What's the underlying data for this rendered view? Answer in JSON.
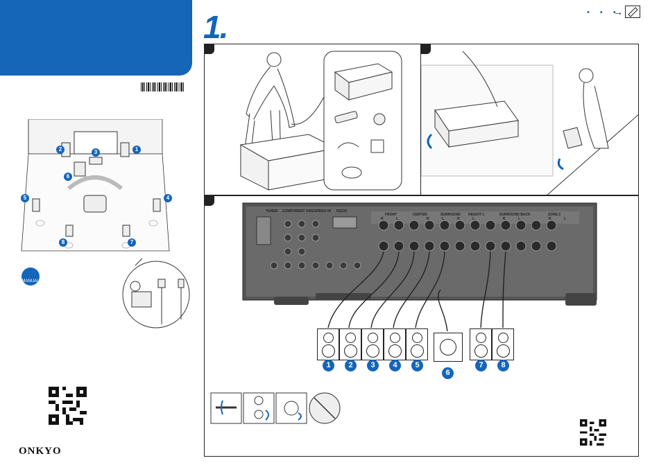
{
  "header": {
    "step_number": "1.",
    "nav_dots": "• • •",
    "nav_arrow": "→"
  },
  "manual_icon_label": "MANUAL",
  "brand": {
    "logo": "ONKYO"
  },
  "rear_panel": {
    "section_labels": [
      "TUNER",
      "COMPONENT VIDEO",
      "VIDEO IN",
      "RS232",
      "FRONT",
      "CENTER",
      "SURROUND",
      "HEIGHT 1",
      "SURROUND BACK",
      "ZONE 2"
    ],
    "channel_labels": [
      "R",
      "L",
      "R",
      "L",
      "R",
      "L",
      "R",
      "L",
      "R",
      "L"
    ]
  },
  "speaker_outputs": [
    "1",
    "2",
    "3",
    "4",
    "5",
    "6",
    "7",
    "8"
  ],
  "layout_speaker_numbers": [
    "1",
    "2",
    "3",
    "4",
    "5",
    "6",
    "7",
    "8"
  ],
  "colors": {
    "accent": "#1565b8",
    "ink": "#222222"
  }
}
